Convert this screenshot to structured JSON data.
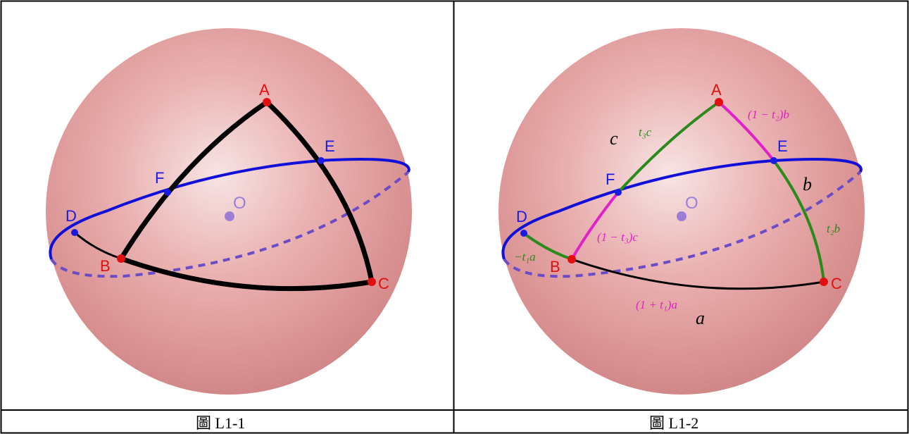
{
  "figures": [
    {
      "caption": "圖 L1-1",
      "center_label": "O",
      "points": {
        "A": "A",
        "B": "B",
        "C": "C",
        "D": "D",
        "E": "E",
        "F": "F"
      }
    },
    {
      "caption": "圖 L1-2",
      "center_label": "O",
      "points": {
        "A": "A",
        "B": "B",
        "C": "C",
        "D": "D",
        "E": "E",
        "F": "F"
      },
      "side_labels": {
        "a": "a",
        "b": "b",
        "c": "c"
      },
      "segment_labels": {
        "t3c": "t₃c",
        "one_minus_t2_b": "(1 − t₂)b",
        "one_minus_t3_c": "(1 − t₃)c",
        "t2b": "t₂b",
        "minus_t1a": "−t₁a",
        "one_plus_t1_a": "(1 + t₁)a"
      }
    }
  ],
  "colors": {
    "sphere": "#e8a2a2",
    "great_circle": "#0a0ad0",
    "point_red": "#e01010",
    "point_blue": "#1a1ae0",
    "green_arc": "#2a8a1a",
    "magenta_arc": "#e020c8",
    "center": "#9b7fd6"
  }
}
